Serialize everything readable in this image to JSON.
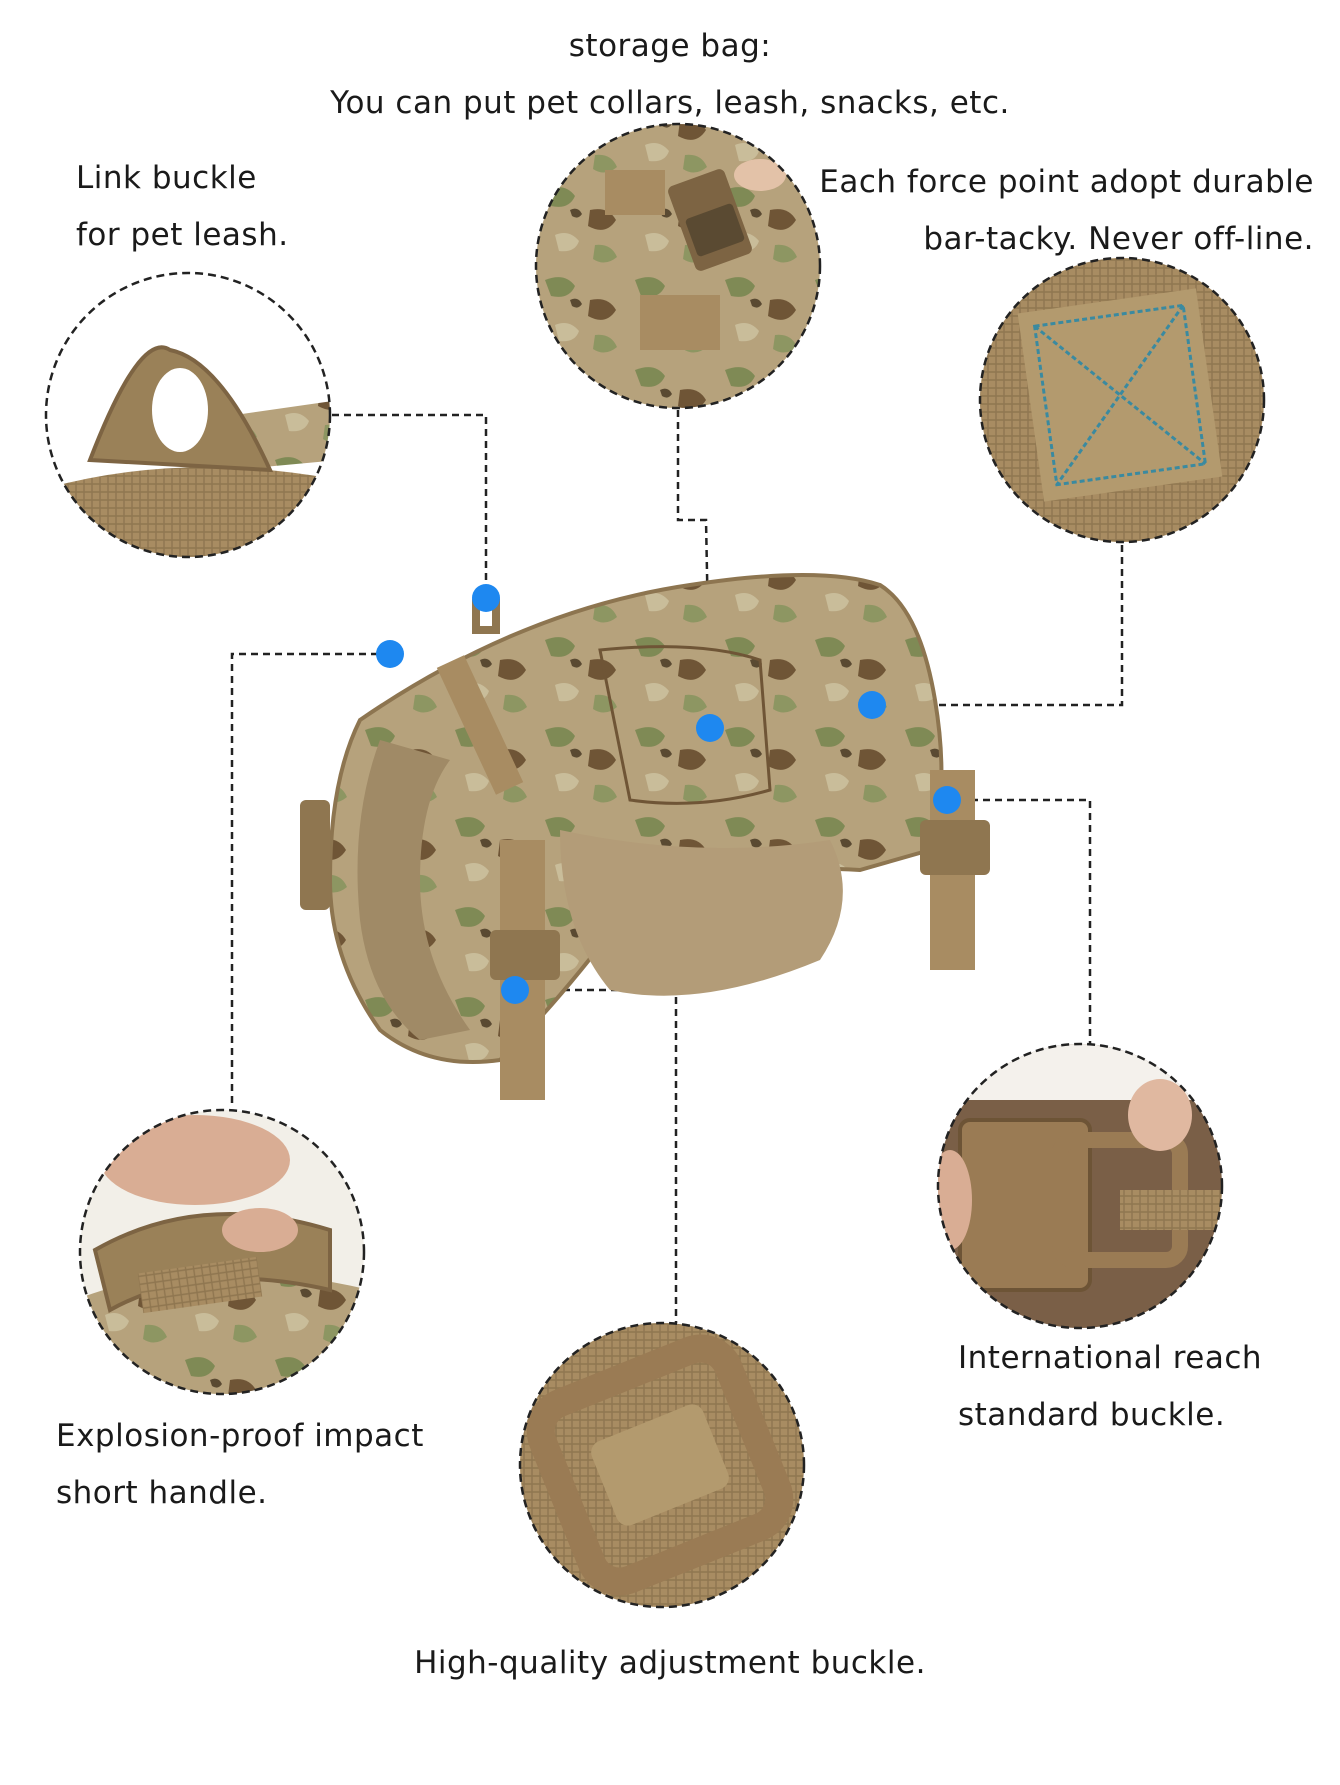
{
  "callouts": {
    "storage_bag": {
      "line1": "storage bag:",
      "line2": "You can put pet collars, leash, snacks, etc."
    },
    "link_buckle": {
      "line1": "Link buckle",
      "line2": "for pet leash."
    },
    "force_point": {
      "line1": "Each force point adopt durable",
      "line2": "bar-tacky. Never off-line."
    },
    "handle": {
      "line1": "Explosion-proof impact",
      "line2": "short handle."
    },
    "reach_buckle": {
      "line1": "International reach",
      "line2": "standard buckle."
    },
    "adjustment_buckle": {
      "line1": "High-quality adjustment buckle."
    }
  },
  "colors": {
    "marker": "#1e88f0",
    "coyote": "#a88c62",
    "coyote_dark": "#7d6443",
    "camo_green": "#7f8a55",
    "camo_brown": "#6f5536",
    "leader": "#222222"
  }
}
